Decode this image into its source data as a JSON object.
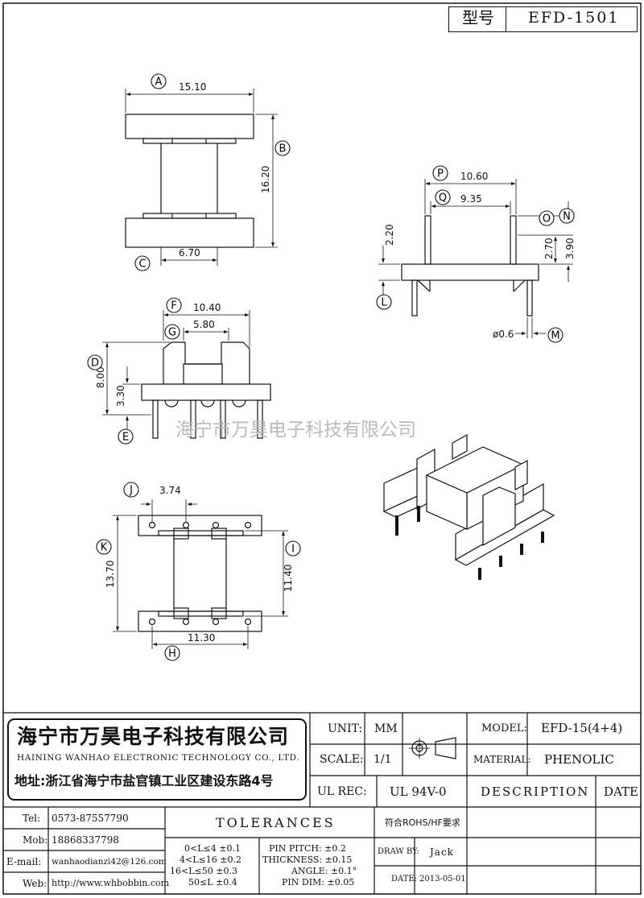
{
  "model_box": {
    "label": "型号",
    "value": "EFD-1501"
  },
  "watermark": "海宁市万昊电子科技有限公司",
  "dimensions": {
    "a": "15.10",
    "b": "16.20",
    "c": "6.70",
    "p": "10.60",
    "q": "9.35",
    "l": "2.20",
    "o": "2.70",
    "n": "3.90",
    "m": "ø0.6",
    "f": "10.40",
    "g": "5.80",
    "d": "8.00",
    "e": "3.30",
    "j": "3.74",
    "k": "13.70",
    "i": "11.40",
    "h": "11.30"
  },
  "callouts": [
    "A",
    "B",
    "C",
    "P",
    "Q",
    "O",
    "N",
    "L",
    "M",
    "F",
    "G",
    "D",
    "E",
    "J",
    "K",
    "I",
    "H"
  ],
  "company": {
    "name_cn": "海宁市万昊电子科技有限公司",
    "name_en": "HAINING WANHAO ELECTRONIC TECHNOLOGY CO., LTD.",
    "address": "地址:浙江省海宁市盐官镇工业区建设东路4号"
  },
  "title_block": {
    "unit_label": "UNIT:",
    "unit_value": "MM",
    "scale_label": "SCALE:",
    "scale_value": "1/1",
    "ul_label": "UL REC:",
    "ul_value": "UL 94V-0",
    "model_label": "MODEL:",
    "model_value": "EFD-15(4+4)",
    "material_label": "MATERIAL:",
    "material_value": "PHENOLIC",
    "description_label": "DESCRIPTION",
    "date_header": "DATE",
    "rohs": "符合ROHS/HF要求",
    "draw_by_label": "DRAW BY:",
    "draw_by_value": "Jack",
    "date_label": "DATE:",
    "date_value": "2013-05-01"
  },
  "contacts": [
    {
      "label": "Tel:",
      "value": "0573-87557790"
    },
    {
      "label": "Mob:",
      "value": "18868337798"
    },
    {
      "label": "E-mail:",
      "value": "wanhaodianzi42@126.com"
    },
    {
      "label": "Web:",
      "value": "http://www.whbobbin.com"
    }
  ],
  "tolerances": {
    "title": "TOLERANCES",
    "ranges": [
      "0<L≤4 ±0.1",
      "4<L≤16 ±0.2",
      "16<L≤50 ±0.3",
      "50≤L ±0.4"
    ],
    "specs": [
      "PIN PITCH: ±0.2",
      "THICKNESS: ±0.15",
      "ANGLE: ±0.1°",
      "PIN DIM: ±0.05"
    ]
  }
}
